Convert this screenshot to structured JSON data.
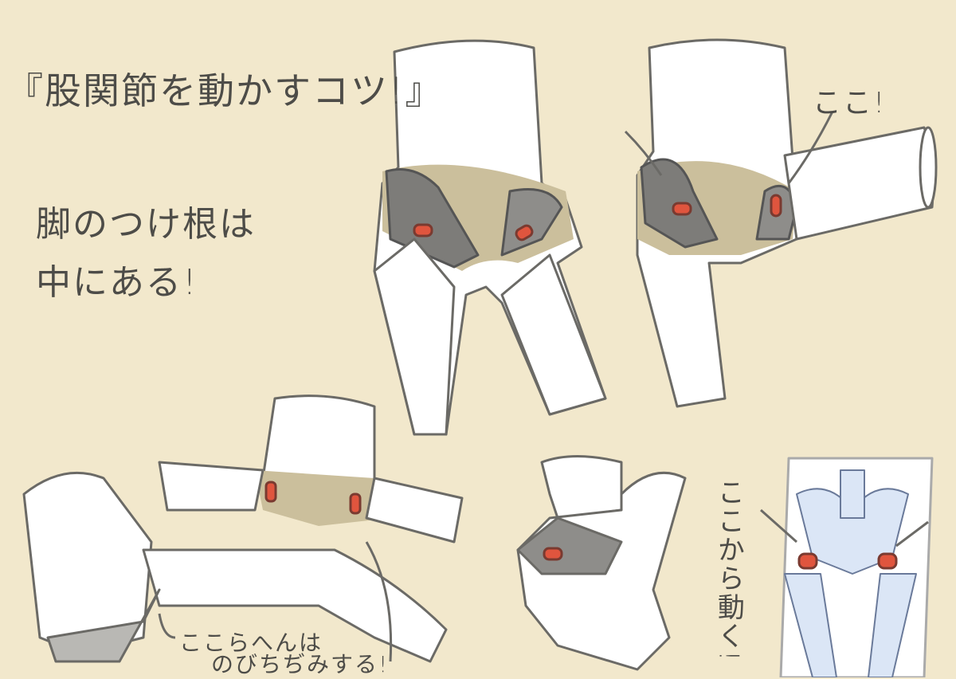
{
  "title": "『股関節を動かすコツ!』",
  "subtitle_line1": "脚のつけ根は",
  "subtitle_line2": "中にある!",
  "callout_here": "ここ!",
  "note_line1": "ここらへんは",
  "note_line2": "のびちぢみする!",
  "vertical_note": "ここから動く!",
  "colors": {
    "background": "#f2e8cc",
    "joint": "#e0553e",
    "skin": "#ffffff",
    "shadow": "#8e8d8a",
    "pelvis_tan": "#cbbf9c",
    "skeleton": "#dbe6f6"
  }
}
